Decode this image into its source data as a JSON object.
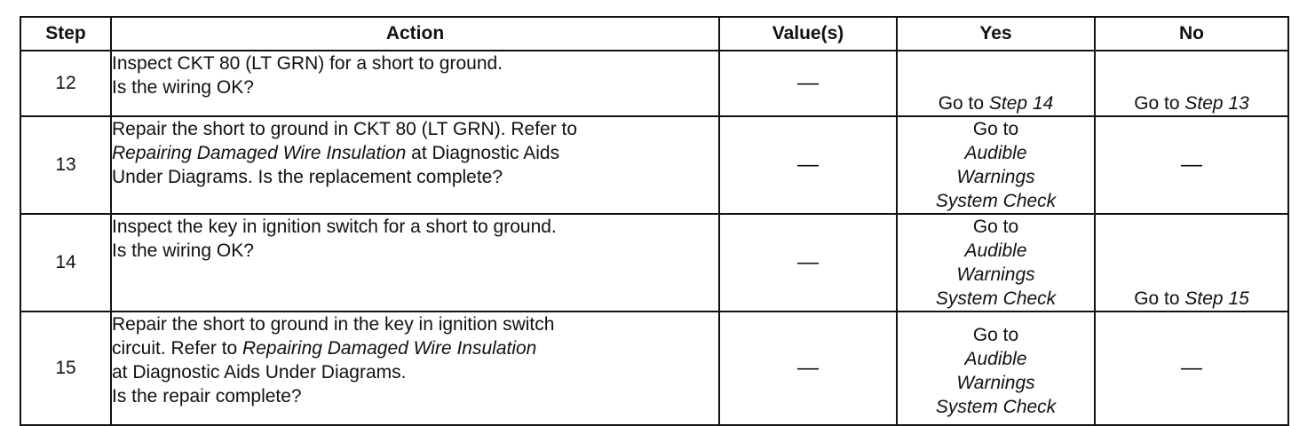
{
  "headers": {
    "step": "Step",
    "action": "Action",
    "values": "Value(s)",
    "yes": "Yes",
    "no": "No"
  },
  "rows": [
    {
      "step": "12",
      "action": [
        {
          "t": "Inspect CKT 80 (LT GRN) for a short to ground."
        },
        {
          "t": "Is the wiring OK?"
        }
      ],
      "values": "—",
      "yes": {
        "prefix": "Go to",
        "italic": "Step 14"
      },
      "no": {
        "prefix": "Go to",
        "italic": "Step 13"
      }
    },
    {
      "step": "13",
      "action": [
        {
          "t": "Repair the short to ground in CKT 80 (LT GRN). Refer to"
        },
        {
          "i": "Repairing Damaged Wire Insulation",
          "t": " at Diagnostic Aids"
        },
        {
          "t": "Under Diagrams. Is the replacement complete?"
        }
      ],
      "values": "—",
      "yes": {
        "prefix": "Go to",
        "italic": "Audible",
        "line2": "Warnings",
        "line3": "System Check"
      },
      "no": {
        "dash": "—"
      }
    },
    {
      "step": "14",
      "action": [
        {
          "t": "Inspect the key in ignition switch for a short to ground."
        },
        {
          "t": "Is the wiring OK?"
        }
      ],
      "values": "—",
      "yes": {
        "prefix": "Go to",
        "italic": "Audible",
        "line2": "Warnings",
        "line3": "System Check"
      },
      "no": {
        "prefix": "Go to",
        "italic": "Step 15"
      }
    },
    {
      "step": "15",
      "action": [
        {
          "t": "Repair the short to ground in the key in ignition switch"
        },
        {
          "t": "circuit. Refer to ",
          "i": "Repairing Damaged Wire Insulation"
        },
        {
          "t": "at Diagnostic Aids Under Diagrams."
        },
        {
          "t": "Is the repair complete?"
        }
      ],
      "values": "—",
      "yes": {
        "prefix": "Go to",
        "italic": "Audible",
        "line2": "Warnings",
        "line3": "System Check"
      },
      "no": {
        "dash": "—"
      }
    }
  ]
}
